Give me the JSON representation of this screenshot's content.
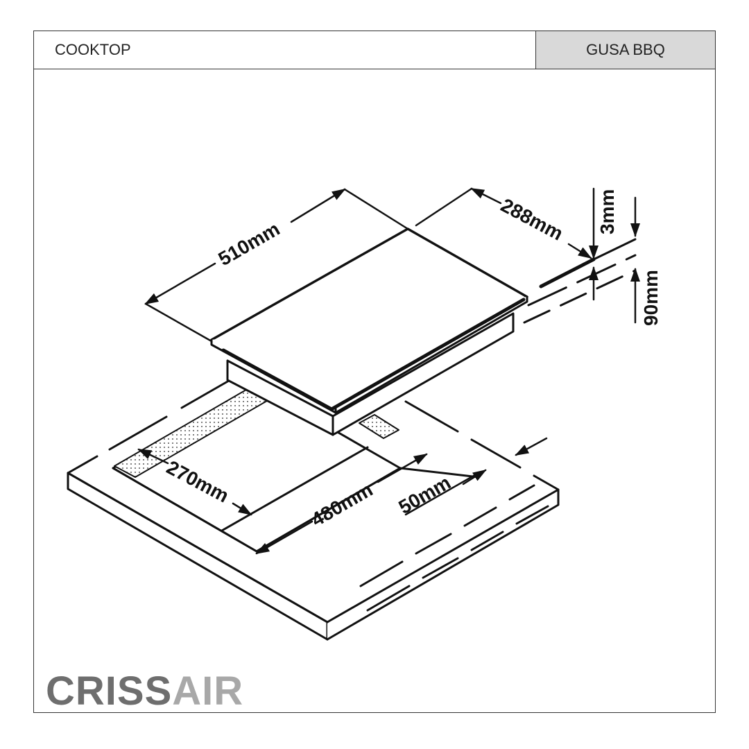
{
  "header": {
    "category": "COOKTOP",
    "model": "GUSA BBQ"
  },
  "dimensions": {
    "length": "510mm",
    "width": "288mm",
    "glass_thickness": "3mm",
    "body_height": "90mm",
    "cutout_width": "270mm",
    "cutout_length": "480mm",
    "min_clearance": "50mm"
  },
  "brand": {
    "logo_text_dark": "CRISS",
    "logo_text_light": "AIR",
    "color_dark": "#6e6e6e",
    "color_light": "#a8a8a8"
  }
}
